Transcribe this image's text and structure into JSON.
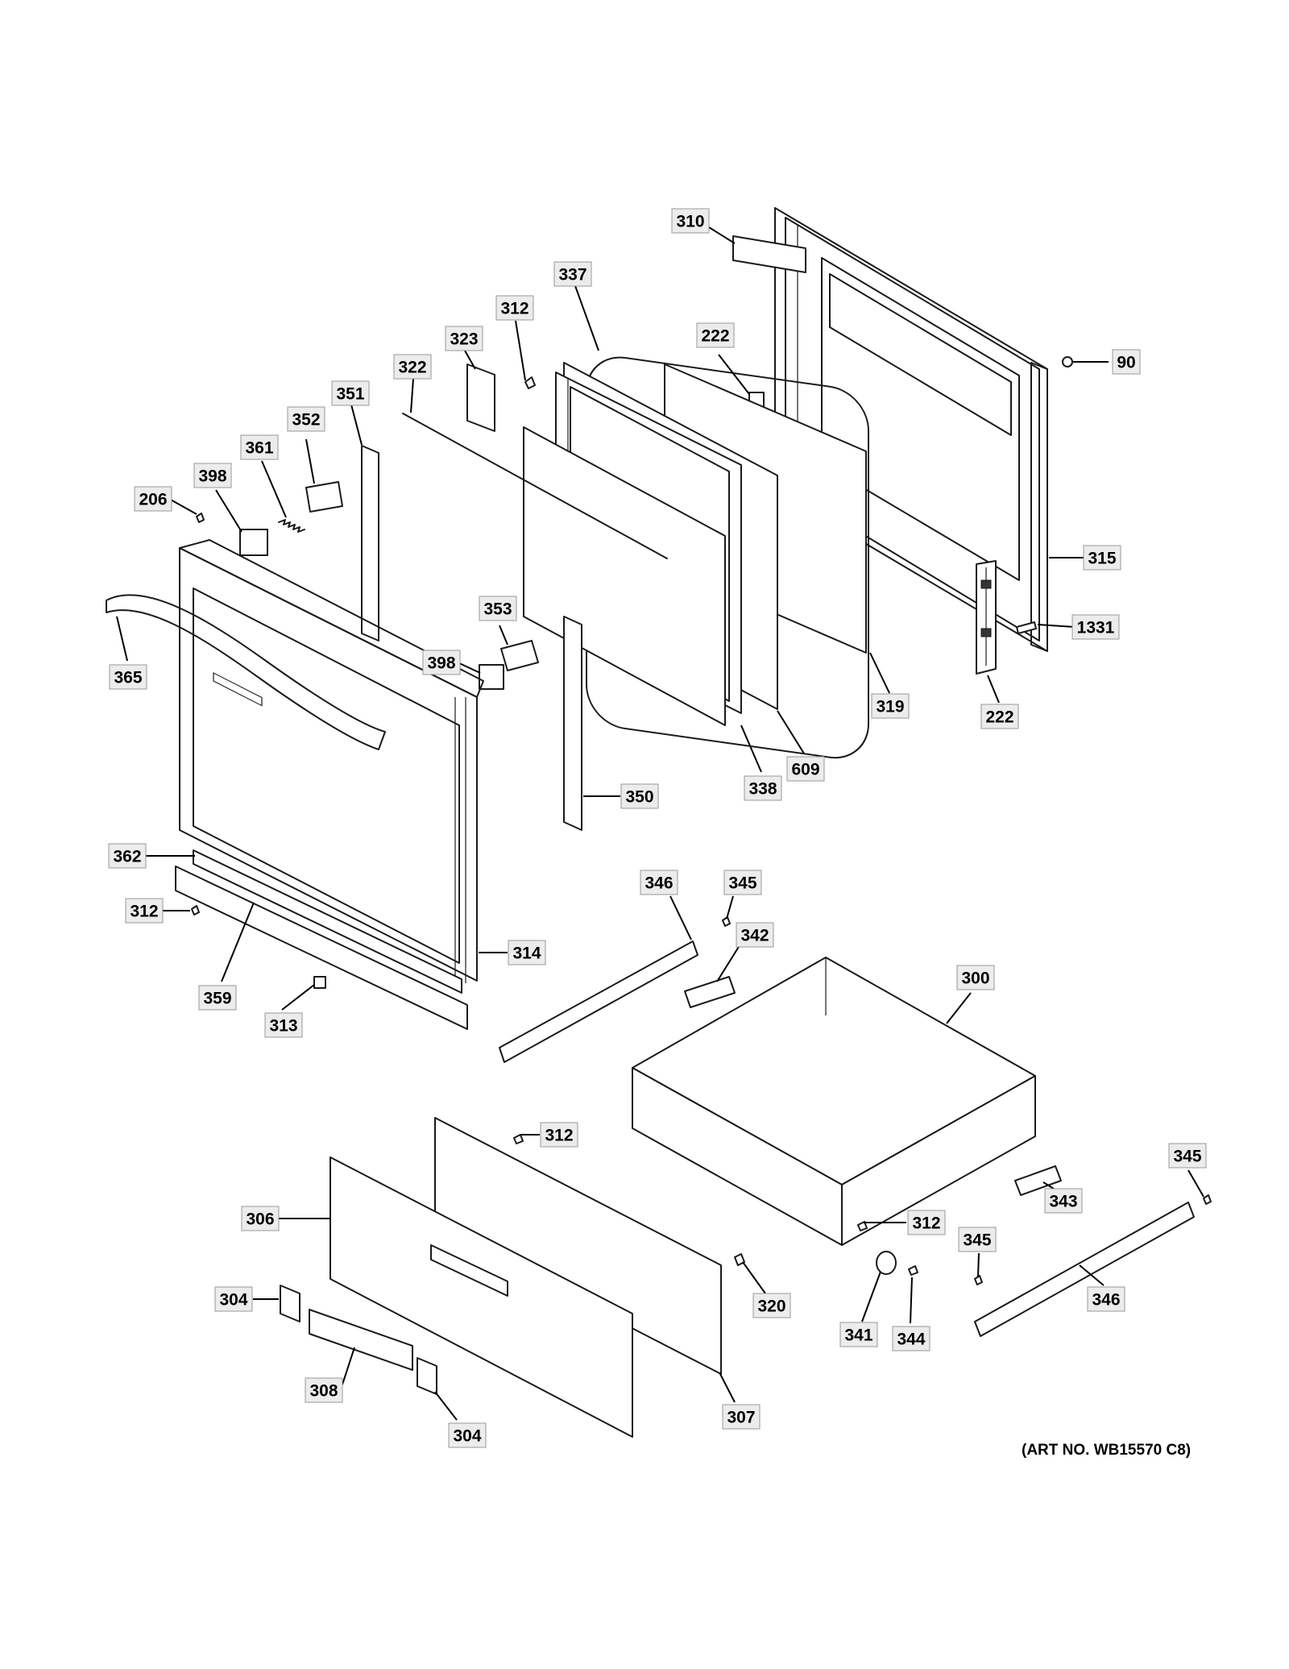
{
  "art_number": "(ART NO. WB15570 C8)",
  "callouts": [
    {
      "id": "c310",
      "label": "310"
    },
    {
      "id": "c337",
      "label": "337"
    },
    {
      "id": "c312a",
      "label": "312"
    },
    {
      "id": "c323",
      "label": "323"
    },
    {
      "id": "c222a",
      "label": "222"
    },
    {
      "id": "c90",
      "label": "90"
    },
    {
      "id": "c322",
      "label": "322"
    },
    {
      "id": "c351",
      "label": "351"
    },
    {
      "id": "c352",
      "label": "352"
    },
    {
      "id": "c361",
      "label": "361"
    },
    {
      "id": "c398a",
      "label": "398"
    },
    {
      "id": "c206",
      "label": "206"
    },
    {
      "id": "c315",
      "label": "315"
    },
    {
      "id": "c1331",
      "label": "1331"
    },
    {
      "id": "c353",
      "label": "353"
    },
    {
      "id": "c398b",
      "label": "398"
    },
    {
      "id": "c365",
      "label": "365"
    },
    {
      "id": "c319",
      "label": "319"
    },
    {
      "id": "c222b",
      "label": "222"
    },
    {
      "id": "c609",
      "label": "609"
    },
    {
      "id": "c338",
      "label": "338"
    },
    {
      "id": "c350",
      "label": "350"
    },
    {
      "id": "c362",
      "label": "362"
    },
    {
      "id": "c346a",
      "label": "346"
    },
    {
      "id": "c345a",
      "label": "345"
    },
    {
      "id": "c312b",
      "label": "312"
    },
    {
      "id": "c314",
      "label": "314"
    },
    {
      "id": "c342",
      "label": "342"
    },
    {
      "id": "c300",
      "label": "300"
    },
    {
      "id": "c359",
      "label": "359"
    },
    {
      "id": "c313",
      "label": "313"
    },
    {
      "id": "c312c",
      "label": "312"
    },
    {
      "id": "c345b",
      "label": "345"
    },
    {
      "id": "c306",
      "label": "306"
    },
    {
      "id": "c343",
      "label": "343"
    },
    {
      "id": "c312d",
      "label": "312"
    },
    {
      "id": "c345c",
      "label": "345"
    },
    {
      "id": "c304a",
      "label": "304"
    },
    {
      "id": "c320",
      "label": "320"
    },
    {
      "id": "c346b",
      "label": "346"
    },
    {
      "id": "c341",
      "label": "341"
    },
    {
      "id": "c344",
      "label": "344"
    },
    {
      "id": "c308",
      "label": "308"
    },
    {
      "id": "c307",
      "label": "307"
    },
    {
      "id": "c304b",
      "label": "304"
    }
  ]
}
